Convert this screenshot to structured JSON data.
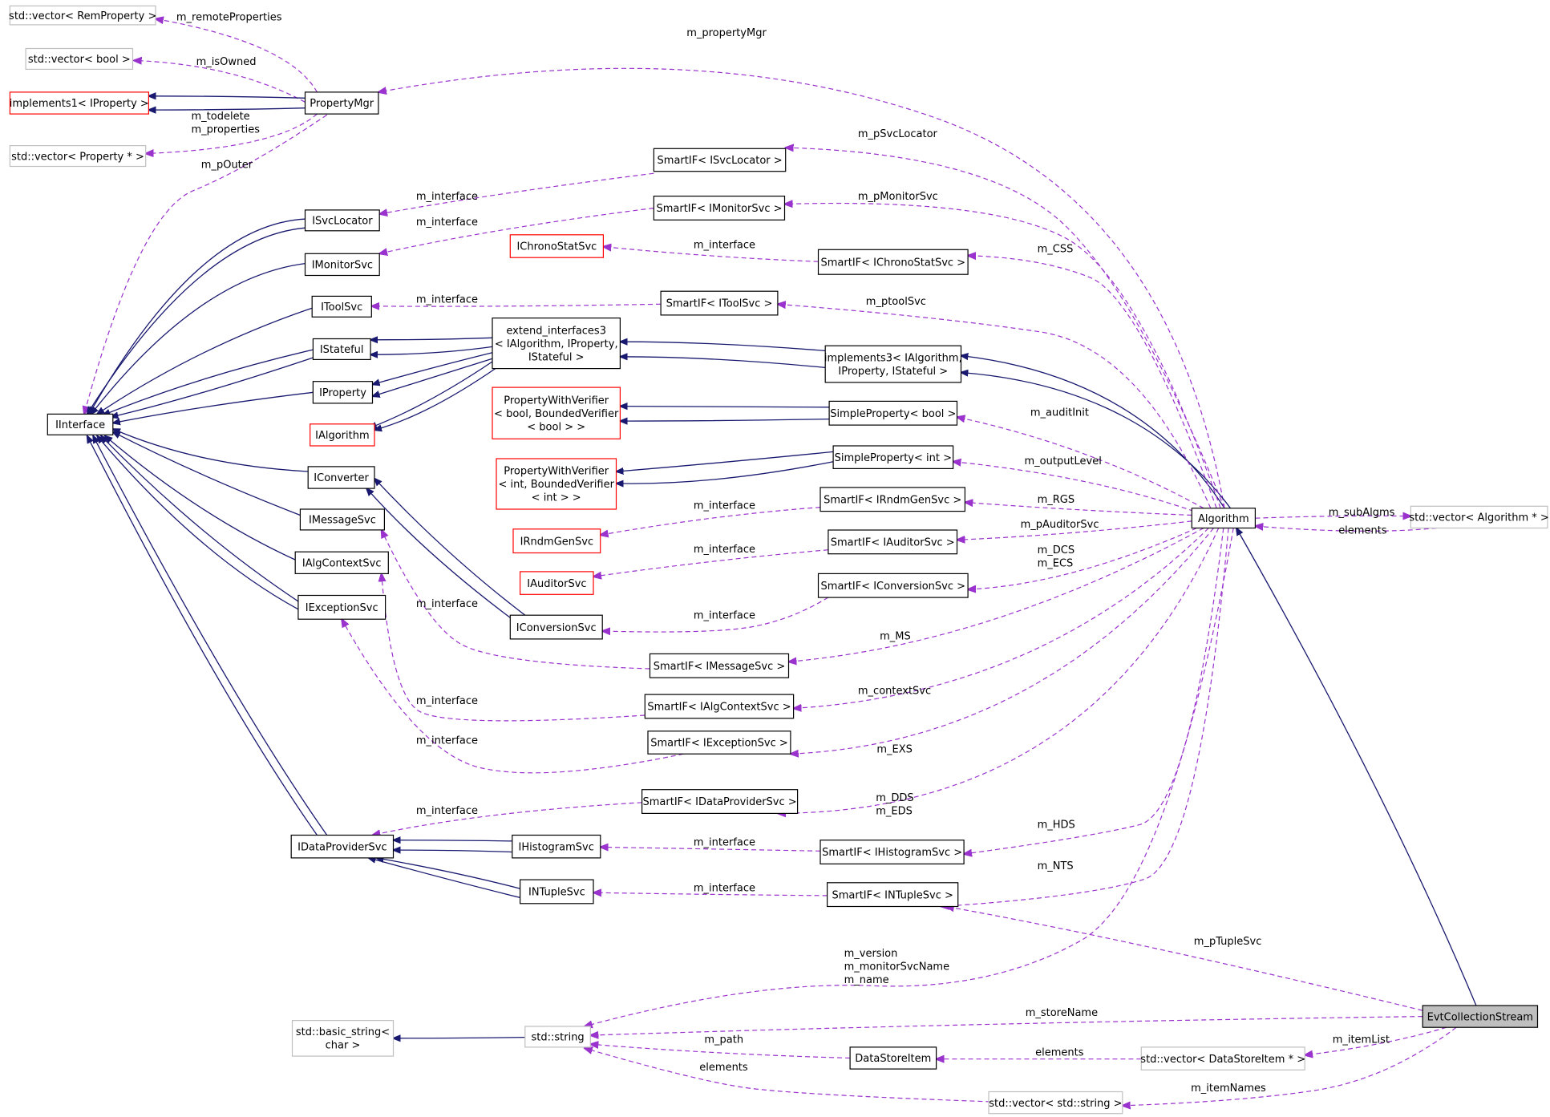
{
  "colors": {
    "background": "#ffffff",
    "inherit_edge": "#191970",
    "usage_edge": "#9a32cd",
    "node_border_black": "#000000",
    "node_border_red": "#ff0000",
    "node_border_gray": "#bfbfbf",
    "node_fill": "#ffffff",
    "focus_fill": "#bfbfbf",
    "text": "#000000"
  },
  "nodes": {
    "vec_remprop": [
      "std::vector< RemProperty >"
    ],
    "vec_bool": [
      "std::vector< bool >"
    ],
    "impl1": [
      "implements1< IProperty >"
    ],
    "vec_propptr": [
      "std::vector< Property * >"
    ],
    "propmgr": [
      "PropertyMgr"
    ],
    "iinterface": [
      "IInterface"
    ],
    "isvclocator": [
      "ISvcLocator"
    ],
    "imonitorsvc": [
      "IMonitorSvc"
    ],
    "itoolsvc": [
      "IToolSvc"
    ],
    "istateful": [
      "IStateful"
    ],
    "iproperty": [
      "IProperty"
    ],
    "ialgorithm": [
      "IAlgorithm"
    ],
    "iconverter": [
      "IConverter"
    ],
    "imessagesvc": [
      "IMessageSvc"
    ],
    "ialgcontextsvc": [
      "IAlgContextSvc"
    ],
    "iexceptionsvc": [
      "IExceptionSvc"
    ],
    "idataprovidersvc": [
      "IDataProviderSvc"
    ],
    "ihistogramsvc": [
      "IHistogramSvc"
    ],
    "intuplesvc": [
      "INTupleSvc"
    ],
    "ichronostatsvc": [
      "IChronoStatSvc"
    ],
    "irndmgensvc": [
      "IRndmGenSvc"
    ],
    "iauditorsvc": [
      "IAuditorSvc"
    ],
    "iconversionsvc": [
      "IConversionSvc"
    ],
    "extif3": [
      "extend_interfaces3",
      "< IAlgorithm, IProperty,",
      "IStateful >"
    ],
    "pwv_bool": [
      "PropertyWithVerifier",
      "< bool, BoundedVerifier",
      "< bool > >"
    ],
    "pwv_int": [
      "PropertyWithVerifier",
      "< int, BoundedVerifier",
      "< int > >"
    ],
    "sif_svclocator": [
      "SmartIF< ISvcLocator >"
    ],
    "sif_monitor": [
      "SmartIF< IMonitorSvc >"
    ],
    "sif_chrono": [
      "SmartIF< IChronoStatSvc >"
    ],
    "sif_tool": [
      "SmartIF< IToolSvc >"
    ],
    "impl3": [
      "implements3< IAlgorithm,",
      "IProperty, IStateful >"
    ],
    "sp_bool": [
      "SimpleProperty< bool >"
    ],
    "sp_int": [
      "SimpleProperty< int >"
    ],
    "sif_rndm": [
      "SmartIF< IRndmGenSvc >"
    ],
    "sif_auditor": [
      "SmartIF< IAuditorSvc >"
    ],
    "sif_conversion": [
      "SmartIF< IConversionSvc >"
    ],
    "sif_message": [
      "SmartIF< IMessageSvc >"
    ],
    "sif_algctx": [
      "SmartIF< IAlgContextSvc >"
    ],
    "sif_exception": [
      "SmartIF< IExceptionSvc >"
    ],
    "sif_dataprov": [
      "SmartIF< IDataProviderSvc >"
    ],
    "sif_histo": [
      "SmartIF< IHistogramSvc >"
    ],
    "sif_ntuple": [
      "SmartIF< INTupleSvc >"
    ],
    "algorithm": [
      "Algorithm"
    ],
    "vec_algptr": [
      "std::vector< Algorithm * >"
    ],
    "basic_string": [
      "std::basic_string<",
      "char >"
    ],
    "stdstring": [
      "std::string"
    ],
    "datastoreitem": [
      "DataStoreItem"
    ],
    "vec_dsi": [
      "std::vector< DataStoreItem * >"
    ],
    "vec_string": [
      "std::vector< std::string >"
    ],
    "evtcoll": [
      "EvtCollectionStream"
    ]
  },
  "edge_labels": {
    "m_remoteProperties": [
      "m_remoteProperties"
    ],
    "m_isOwned": [
      "m_isOwned"
    ],
    "m_todelete_props": [
      "m_todelete",
      "m_properties"
    ],
    "m_pOuter": [
      "m_pOuter"
    ],
    "m_propertyMgr": [
      "m_propertyMgr"
    ],
    "m_pSvcLocator": [
      "m_pSvcLocator"
    ],
    "m_pMonitorSvc": [
      "m_pMonitorSvc"
    ],
    "m_CSS": [
      "m_CSS"
    ],
    "m_ptoolSvc": [
      "m_ptoolSvc"
    ],
    "m_auditInit": [
      "m_auditInit"
    ],
    "m_outputLevel": [
      "m_outputLevel"
    ],
    "m_RGS": [
      "m_RGS"
    ],
    "m_pAuditorSvc": [
      "m_pAuditorSvc"
    ],
    "m_DCS_ECS": [
      "m_DCS",
      "m_ECS"
    ],
    "m_MS": [
      "m_MS"
    ],
    "m_contextSvc": [
      "m_contextSvc"
    ],
    "m_EXS": [
      "m_EXS"
    ],
    "m_DDS_EDS": [
      "m_DDS",
      "m_EDS"
    ],
    "m_HDS": [
      "m_HDS"
    ],
    "m_NTS": [
      "m_NTS"
    ],
    "m_subAlgms": [
      "m_subAlgms"
    ],
    "elements_alg": [
      "elements"
    ],
    "m_pTupleSvc": [
      "m_pTupleSvc"
    ],
    "m_version_group": [
      "m_version",
      "m_monitorSvcName",
      "m_name"
    ],
    "m_storeName": [
      "m_storeName"
    ],
    "m_path": [
      "m_path"
    ],
    "elements_dsi": [
      "elements"
    ],
    "elements_str": [
      "elements"
    ],
    "m_itemList": [
      "m_itemList"
    ],
    "m_itemNames": [
      "m_itemNames"
    ],
    "m_interface_svclocator": [
      "m_interface"
    ],
    "m_interface_monitor": [
      "m_interface"
    ],
    "m_interface_chrono": [
      "m_interface"
    ],
    "m_interface_tool": [
      "m_interface"
    ],
    "m_interface_rndm": [
      "m_interface"
    ],
    "m_interface_auditor": [
      "m_interface"
    ],
    "m_interface_conversion": [
      "m_interface"
    ],
    "m_interface_message": [
      "m_interface"
    ],
    "m_interface_algctx": [
      "m_interface"
    ],
    "m_interface_exception": [
      "m_interface"
    ],
    "m_interface_dataprov": [
      "m_interface"
    ],
    "m_interface_histo": [
      "m_interface"
    ],
    "m_interface_ntuple": [
      "m_interface"
    ]
  }
}
